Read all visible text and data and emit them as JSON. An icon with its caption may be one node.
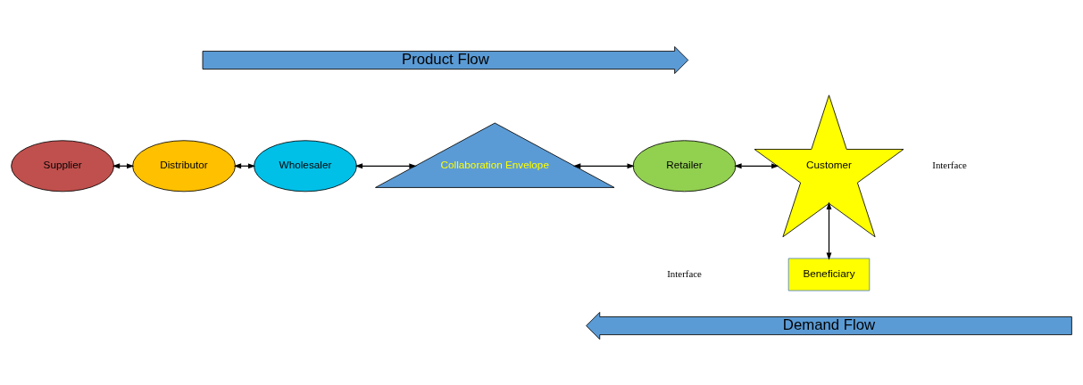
{
  "diagram": {
    "nodes": [
      {
        "text": [
          "Product Flow"
        ]
      },
      {
        "text": [
          "Supplier"
        ]
      },
      {
        "text": [
          "Distributor"
        ]
      },
      {
        "text": [
          "Wholesaler"
        ]
      },
      {
        "text": [
          "Collaboration Envelope"
        ]
      },
      {
        "text": [
          "Retailer"
        ]
      },
      {
        "text": [
          "Customer"
        ]
      },
      {
        "text": [
          "Beneficiary"
        ]
      },
      {
        "text": [
          "Demand Flow"
        ]
      }
    ],
    "edges": [
      {
        "from": 1,
        "to": 2,
        "arrow": "both"
      },
      {
        "from": 2,
        "to": 3,
        "arrow": "both"
      },
      {
        "from": 3,
        "to": 4,
        "arrow": "both"
      },
      {
        "from": 4,
        "to": 5,
        "arrow": "both"
      },
      {
        "from": 5,
        "to": 6,
        "arrow": "both"
      },
      {
        "from": 6,
        "to": 7,
        "arrow": "both"
      }
    ],
    "labels": [
      "Interface",
      "Interface"
    ]
  }
}
